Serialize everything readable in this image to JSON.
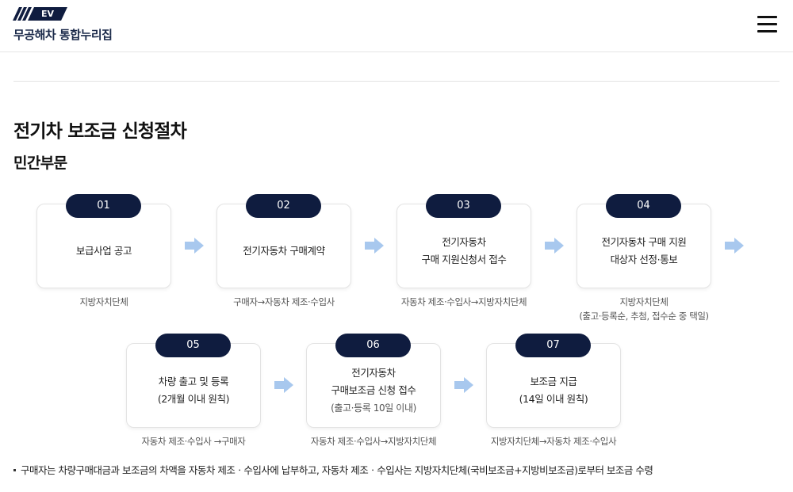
{
  "header": {
    "logo_badge": "EV",
    "logo_title": "무공해차 통합누리집",
    "menu_icon": "hamburger-menu-icon"
  },
  "page": {
    "title": "전기차 보조금 신청절차",
    "subtitle": "민간부문"
  },
  "steps": [
    {
      "num": "01",
      "lines": [
        "보급사업 공고"
      ],
      "note": "",
      "captions": [
        "지방자치단체"
      ]
    },
    {
      "num": "02",
      "lines": [
        "전기자동차 구매계약"
      ],
      "note": "",
      "captions": [
        "구매자→자동차 제조·수입사"
      ]
    },
    {
      "num": "03",
      "lines": [
        "전기자동차",
        "구매 지원신청서 접수"
      ],
      "note": "",
      "captions": [
        "자동차 제조·수입사→지방자치단체"
      ]
    },
    {
      "num": "04",
      "lines": [
        "전기자동차 구매 지원",
        "대상자 선정·통보"
      ],
      "note": "",
      "captions": [
        "지방자치단체",
        "(출고·등록순, 추첨, 접수순 중 택일)"
      ]
    },
    {
      "num": "05",
      "lines": [
        "차량 출고 및 등록",
        "(2개월 이내 원칙)"
      ],
      "note": "",
      "captions": [
        "자동차 제조·수입사 →구매자"
      ]
    },
    {
      "num": "06",
      "lines": [
        "전기자동차",
        "구매보조금 신청 접수"
      ],
      "note": "(출고·등록 10일 이내)",
      "captions": [
        "자동차 제조·수입사→지방자치단체"
      ]
    },
    {
      "num": "07",
      "lines": [
        "보조금 지급",
        "(14일 이내 원칙)"
      ],
      "note": "",
      "captions": [
        "지방자치단체→자동차 제조·수입사"
      ]
    }
  ],
  "arrow_icon": "right-arrow-icon",
  "arrow_color": "#a8c8ee",
  "accent_color": "#0f1c3f",
  "footnote": "구매자는 차량구매대금과 보조금의 차액을 자동차 제조ㆍ수입사에 납부하고, 자동차 제조ㆍ수입사는 지방자치단체(국비보조금+지방비보조금)로부터 보조금 수령"
}
